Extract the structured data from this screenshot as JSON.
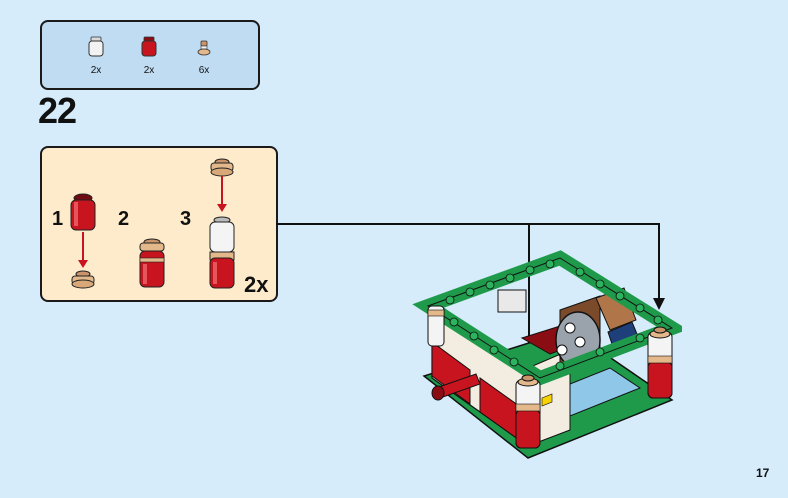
{
  "parts_list": [
    {
      "qty": "2x",
      "icon": "white-round-brick-icon",
      "color": "#f2f2f2"
    },
    {
      "qty": "2x",
      "icon": "red-round-brick-icon",
      "color": "#c8141e"
    },
    {
      "qty": "6x",
      "icon": "tan-round-plate-icon",
      "color": "#e3b98c"
    }
  ],
  "step_number": "22",
  "substeps": [
    {
      "number": "1"
    },
    {
      "number": "2"
    },
    {
      "number": "3"
    }
  ],
  "substep_multiplier": "2x",
  "page_number": "17",
  "colors": {
    "background": "#d6ecfb",
    "parts_box": "#bfdcf3",
    "substep_box": "#fdebcc",
    "red": "#c8141e",
    "green": "#1f9a4b",
    "tan": "#e3b98c",
    "blue_floor": "#8fc7e8"
  }
}
